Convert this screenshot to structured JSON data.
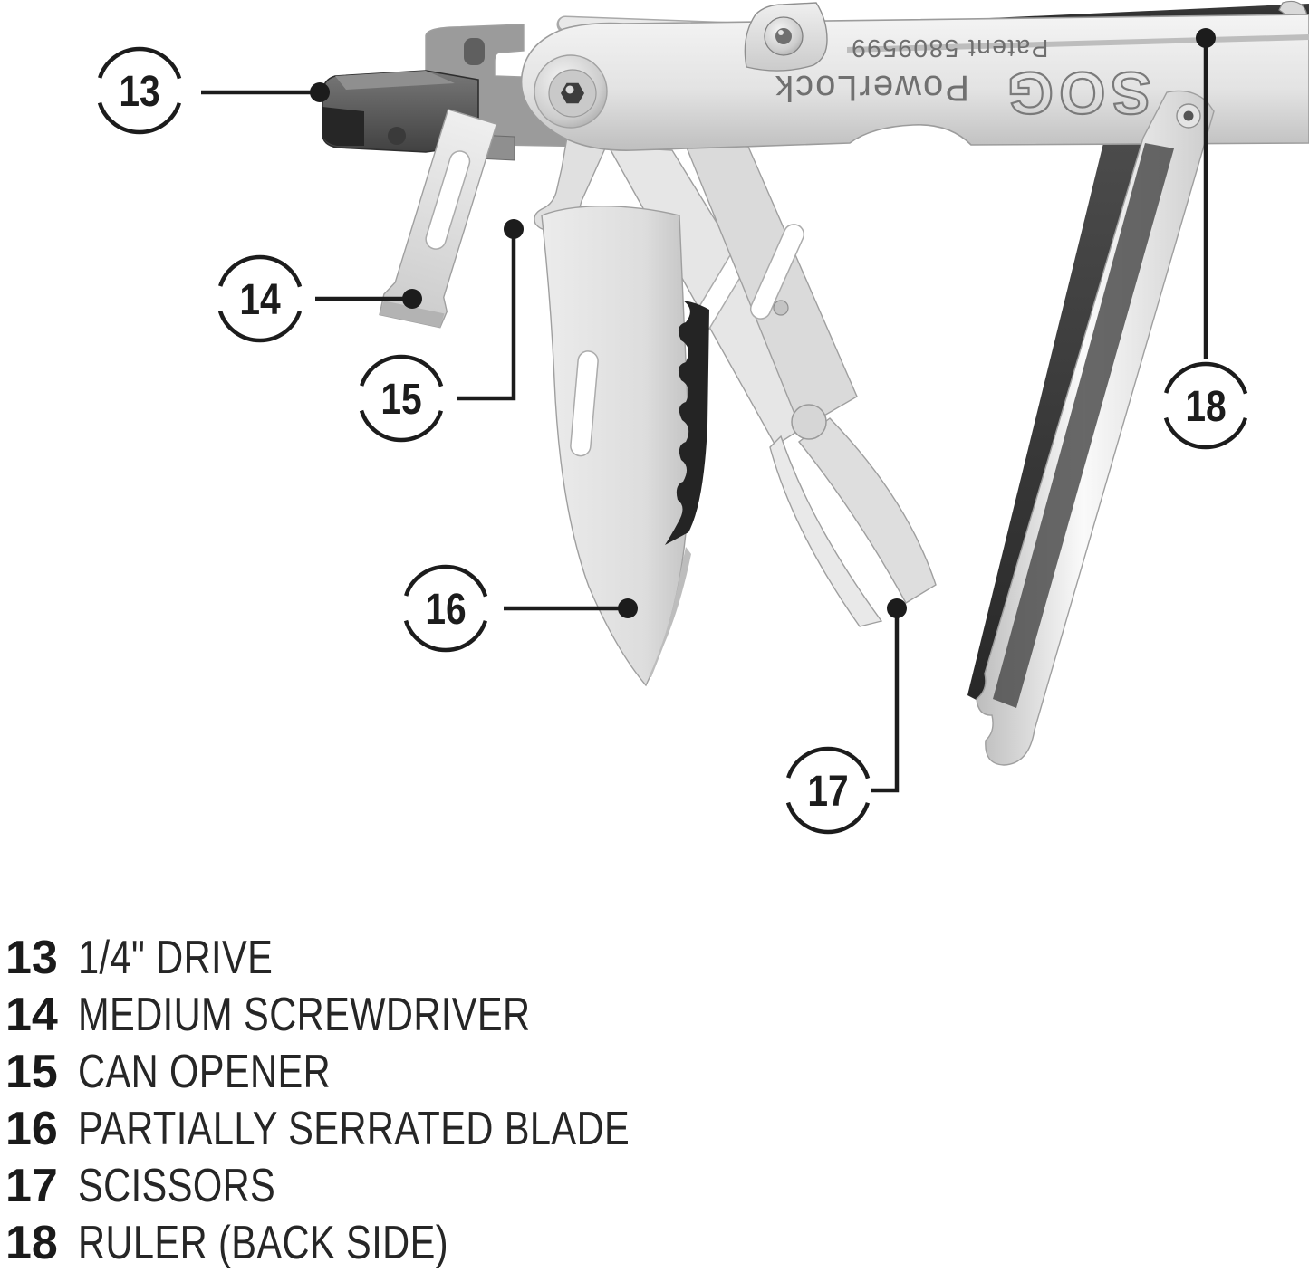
{
  "figure": {
    "brand": "SOG",
    "model": "PowerLock",
    "patent": "Patent 5809599"
  },
  "callouts": [
    {
      "number": "13",
      "target": "quarter-inch-drive"
    },
    {
      "number": "14",
      "target": "medium-screwdriver"
    },
    {
      "number": "15",
      "target": "can-opener"
    },
    {
      "number": "16",
      "target": "partially-serrated-blade"
    },
    {
      "number": "17",
      "target": "scissors"
    },
    {
      "number": "18",
      "target": "ruler-back-side"
    }
  ],
  "legend": [
    {
      "number": "13",
      "label": "1/4\" DRIVE"
    },
    {
      "number": "14",
      "label": "MEDIUM SCREWDRIVER"
    },
    {
      "number": "15",
      "label": "CAN OPENER"
    },
    {
      "number": "16",
      "label": "PARTIALLY SERRATED BLADE"
    },
    {
      "number": "17",
      "label": "SCISSORS"
    },
    {
      "number": "18",
      "label": "RULER (BACK SIDE)"
    }
  ],
  "colors": {
    "background": "#ffffff",
    "callout_line": "#1c1c1c",
    "steel_light": "#f2f2f2",
    "steel_mid": "#cfcfcf",
    "steel_edge": "#9f9f9f",
    "dark_tool": "#1f1f1f",
    "engraving": "#6e6e6e"
  }
}
